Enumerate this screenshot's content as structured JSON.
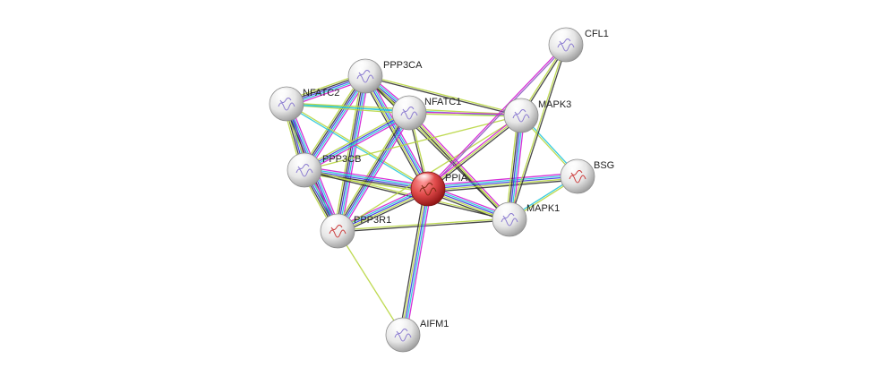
{
  "network": {
    "nodes": [
      {
        "id": "CFL1",
        "label": "CFL1",
        "query": false
      },
      {
        "id": "PPP3CA",
        "label": "PPP3CA",
        "query": false
      },
      {
        "id": "NFATC2",
        "label": "NFATC2",
        "query": false
      },
      {
        "id": "NFATC1",
        "label": "NFATC1",
        "query": false
      },
      {
        "id": "MAPK3",
        "label": "MAPK3",
        "query": false
      },
      {
        "id": "PPP3CB",
        "label": "PPP3CB",
        "query": false
      },
      {
        "id": "PPIA",
        "label": "PPIA",
        "query": true
      },
      {
        "id": "BSG",
        "label": "BSG",
        "query": false
      },
      {
        "id": "PPP3R1",
        "label": "PPP3R1",
        "query": false
      },
      {
        "id": "MAPK1",
        "label": "MAPK1",
        "query": false
      },
      {
        "id": "AIFM1",
        "label": "AIFM1",
        "query": false
      }
    ],
    "evidence_colors": {
      "magenta": "#d21bd2",
      "cyan": "#26c6da",
      "blue": "#3a3ae0",
      "green": "#3b9b3b",
      "yellowgreen": "#b8d640",
      "black": "#333333",
      "purple": "#8a5ac0"
    },
    "edges": [
      {
        "source": "PPP3CA",
        "target": "NFATC2",
        "evidence": [
          "magenta",
          "cyan",
          "blue",
          "black",
          "yellowgreen"
        ]
      },
      {
        "source": "PPP3CA",
        "target": "NFATC1",
        "evidence": [
          "magenta",
          "cyan",
          "blue",
          "black",
          "yellowgreen"
        ]
      },
      {
        "source": "PPP3CA",
        "target": "PPP3CB",
        "evidence": [
          "magenta",
          "cyan",
          "blue",
          "black",
          "yellowgreen"
        ]
      },
      {
        "source": "PPP3CA",
        "target": "PPP3R1",
        "evidence": [
          "magenta",
          "cyan",
          "blue",
          "black",
          "yellowgreen"
        ]
      },
      {
        "source": "PPP3CA",
        "target": "PPIA",
        "evidence": [
          "magenta",
          "cyan",
          "blue",
          "yellowgreen",
          "black"
        ]
      },
      {
        "source": "PPP3CA",
        "target": "MAPK3",
        "evidence": [
          "yellowgreen",
          "black"
        ]
      },
      {
        "source": "PPP3CA",
        "target": "MAPK1",
        "evidence": [
          "yellowgreen",
          "black"
        ]
      },
      {
        "source": "NFATC2",
        "target": "NFATC1",
        "evidence": [
          "cyan",
          "yellowgreen"
        ]
      },
      {
        "source": "NFATC2",
        "target": "PPP3CB",
        "evidence": [
          "magenta",
          "cyan",
          "blue",
          "black",
          "yellowgreen"
        ]
      },
      {
        "source": "NFATC2",
        "target": "PPP3R1",
        "evidence": [
          "magenta",
          "cyan",
          "blue",
          "black",
          "yellowgreen"
        ]
      },
      {
        "source": "NFATC2",
        "target": "PPIA",
        "evidence": [
          "yellowgreen",
          "cyan"
        ]
      },
      {
        "source": "NFATC2",
        "target": "MAPK3",
        "evidence": [
          "yellowgreen",
          "cyan"
        ]
      },
      {
        "source": "NFATC1",
        "target": "PPP3CB",
        "evidence": [
          "magenta",
          "cyan",
          "blue",
          "yellowgreen"
        ]
      },
      {
        "source": "NFATC1",
        "target": "PPP3R1",
        "evidence": [
          "magenta",
          "cyan",
          "blue",
          "black",
          "yellowgreen"
        ]
      },
      {
        "source": "NFATC1",
        "target": "MAPK3",
        "evidence": [
          "magenta",
          "yellowgreen"
        ]
      },
      {
        "source": "NFATC1",
        "target": "MAPK1",
        "evidence": [
          "magenta",
          "yellowgreen",
          "black"
        ]
      },
      {
        "source": "NFATC1",
        "target": "PPIA",
        "evidence": [
          "yellowgreen",
          "black"
        ]
      },
      {
        "source": "PPP3CB",
        "target": "PPP3R1",
        "evidence": [
          "magenta",
          "cyan",
          "blue",
          "black",
          "yellowgreen"
        ]
      },
      {
        "source": "PPP3CB",
        "target": "PPIA",
        "evidence": [
          "magenta",
          "cyan",
          "blue",
          "black",
          "yellowgreen"
        ]
      },
      {
        "source": "PPP3CB",
        "target": "MAPK1",
        "evidence": [
          "yellowgreen",
          "black"
        ]
      },
      {
        "source": "PPP3CB",
        "target": "MAPK3",
        "evidence": [
          "yellowgreen"
        ]
      },
      {
        "source": "PPP3R1",
        "target": "PPIA",
        "evidence": [
          "magenta",
          "cyan",
          "blue",
          "yellowgreen",
          "black"
        ]
      },
      {
        "source": "PPP3R1",
        "target": "MAPK1",
        "evidence": [
          "yellowgreen",
          "black"
        ]
      },
      {
        "source": "PPP3R1",
        "target": "MAPK3",
        "evidence": [
          "yellowgreen"
        ]
      },
      {
        "source": "PPP3R1",
        "target": "AIFM1",
        "evidence": [
          "yellowgreen"
        ]
      },
      {
        "source": "PPIA",
        "target": "CFL1",
        "evidence": [
          "magenta",
          "purple"
        ]
      },
      {
        "source": "PPIA",
        "target": "MAPK3",
        "evidence": [
          "magenta",
          "yellowgreen",
          "black"
        ]
      },
      {
        "source": "PPIA",
        "target": "MAPK1",
        "evidence": [
          "magenta",
          "cyan",
          "blue",
          "yellowgreen",
          "black"
        ]
      },
      {
        "source": "PPIA",
        "target": "BSG",
        "evidence": [
          "magenta",
          "cyan",
          "blue",
          "yellowgreen",
          "black"
        ]
      },
      {
        "source": "PPIA",
        "target": "AIFM1",
        "evidence": [
          "magenta",
          "cyan",
          "blue",
          "yellowgreen",
          "black"
        ]
      },
      {
        "source": "MAPK3",
        "target": "MAPK1",
        "evidence": [
          "magenta",
          "cyan",
          "blue",
          "black",
          "yellowgreen"
        ]
      },
      {
        "source": "MAPK3",
        "target": "CFL1",
        "evidence": [
          "yellowgreen",
          "black"
        ]
      },
      {
        "source": "MAPK3",
        "target": "BSG",
        "evidence": [
          "cyan",
          "yellowgreen"
        ]
      },
      {
        "source": "MAPK1",
        "target": "CFL1",
        "evidence": [
          "yellowgreen",
          "black"
        ]
      },
      {
        "source": "MAPK1",
        "target": "BSG",
        "evidence": [
          "cyan",
          "yellowgreen"
        ]
      }
    ]
  }
}
